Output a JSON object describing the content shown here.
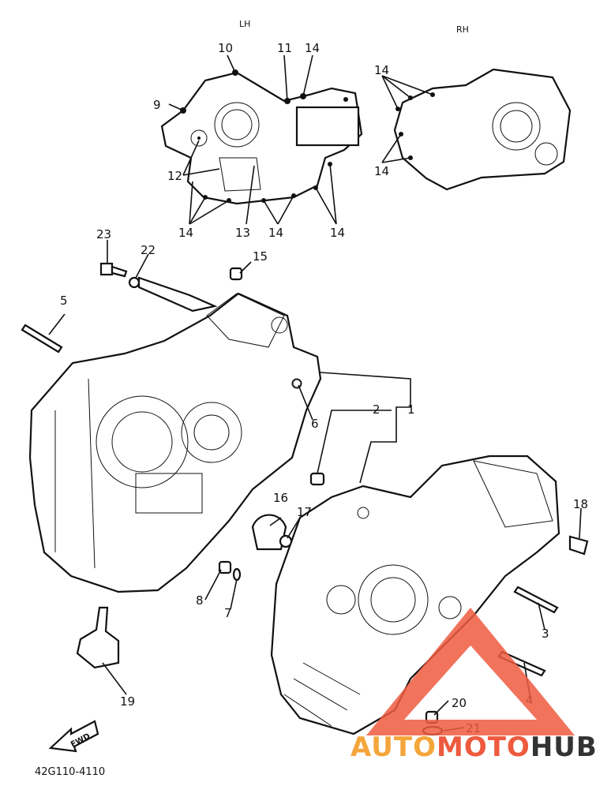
{
  "diagram": {
    "view_labels": {
      "left": "LH",
      "right": "RH"
    },
    "drawing_code": "42G110-4110",
    "direction_badge": "FWD",
    "part_callouts": [
      "1",
      "2",
      "3",
      "4",
      "5",
      "6",
      "7",
      "8",
      "9",
      "10",
      "11",
      "12",
      "13",
      "14",
      "15",
      "16",
      "17",
      "18",
      "19",
      "20",
      "21",
      "22",
      "23"
    ],
    "repeat_label": "14"
  },
  "watermark": {
    "part1": "AUTO",
    "part2": "MOTO",
    "part3": "HUB",
    "colors": {
      "auto": "#f4a63b",
      "moto": "#ee5a3e",
      "hub": "#333333",
      "triangle": "#ef5b3f"
    }
  }
}
